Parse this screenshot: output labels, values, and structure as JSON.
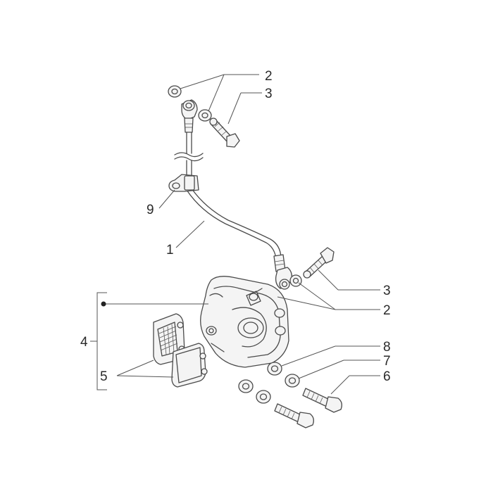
{
  "callouts": {
    "washers_top": "2",
    "bolt_top": "3",
    "clip": "9",
    "hose": "1",
    "bolt_bottom": "3",
    "washers_bottom": "2",
    "caliper_assembly": "4",
    "pads": "5",
    "washer_8": "8",
    "washer_7": "7",
    "screw_6": "6"
  }
}
